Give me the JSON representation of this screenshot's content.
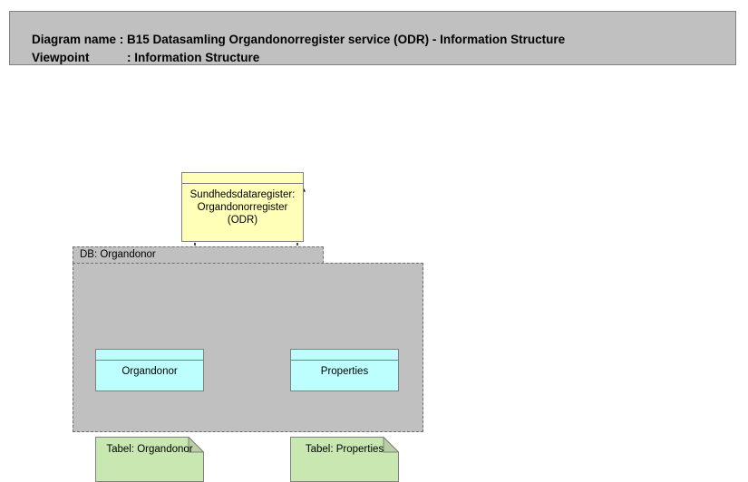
{
  "header": {
    "diagram_name_label": "Diagram name :",
    "diagram_name_value": "B15 Datasamling Organdonorregister service (ODR) - Information Structure",
    "viewpoint_label": "Viewpoint",
    "viewpoint_separator": ": ",
    "viewpoint_value": "Information Structure",
    "background_color": "#c0c0c0",
    "border_color": "#808080"
  },
  "diagram": {
    "type": "archimate-information-structure",
    "package": {
      "name": "DB: Organdonor",
      "fill_color": "#c0c0c0",
      "border_style": "dashed",
      "border_color": "#6e6e6e"
    },
    "nodes": [
      {
        "id": "odr",
        "label": "Sundhedsdataregister:\nOrgandonorregister\n(ODR)",
        "shape": "data-object",
        "fill_color": "#ffffb8",
        "border_color": "#808080"
      },
      {
        "id": "organdonor",
        "label": "Organdonor",
        "shape": "data-object",
        "fill_color": "#bdffff",
        "border_color": "#808080"
      },
      {
        "id": "properties",
        "label": "Properties",
        "shape": "data-object",
        "fill_color": "#bdffff",
        "border_color": "#808080"
      },
      {
        "id": "tabel-organdonor",
        "label": "Tabel: Organdonor",
        "shape": "artifact-folded-corner",
        "fill_color": "#c9e7b1",
        "border_color": "#808080"
      },
      {
        "id": "tabel-properties",
        "label": "Tabel: Properties",
        "shape": "artifact-folded-corner",
        "fill_color": "#c9e7b1",
        "border_color": "#808080"
      }
    ],
    "connectors": [
      {
        "id": "organdonor-to-odr",
        "from": "organdonor",
        "to": "odr",
        "type": "realization",
        "line": "dotted",
        "arrowhead": "hollow-triangle"
      },
      {
        "id": "properties-to-odr",
        "from": "properties",
        "to": "odr",
        "type": "realization",
        "line": "dotted",
        "arrowhead": "hollow-triangle"
      },
      {
        "id": "tabel-organdonor-to-organdonor",
        "from": "tabel-organdonor",
        "to": "organdonor",
        "type": "realization",
        "line": "dotted",
        "arrowhead": "hollow-triangle"
      },
      {
        "id": "tabel-properties-to-properties",
        "from": "tabel-properties",
        "to": "properties",
        "type": "realization",
        "line": "dotted",
        "arrowhead": "hollow-triangle"
      }
    ]
  }
}
